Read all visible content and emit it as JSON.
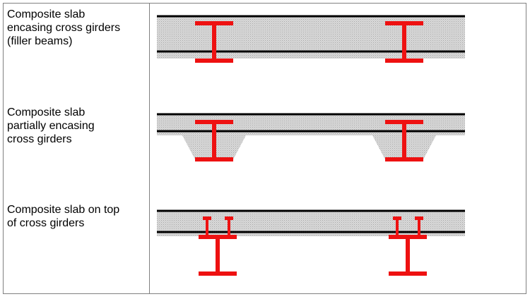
{
  "rows": [
    {
      "label": "Composite slab\nencasing cross girders\n(filler beams)"
    },
    {
      "label": "Composite slab\npartially encasing\ncross girders"
    },
    {
      "label": "Composite slab on top\nof cross girders"
    }
  ],
  "colors": {
    "steel": "#ee1111",
    "concrete_fill": "#d9d9d9",
    "slab_line": "#000000",
    "border": "#808080"
  }
}
